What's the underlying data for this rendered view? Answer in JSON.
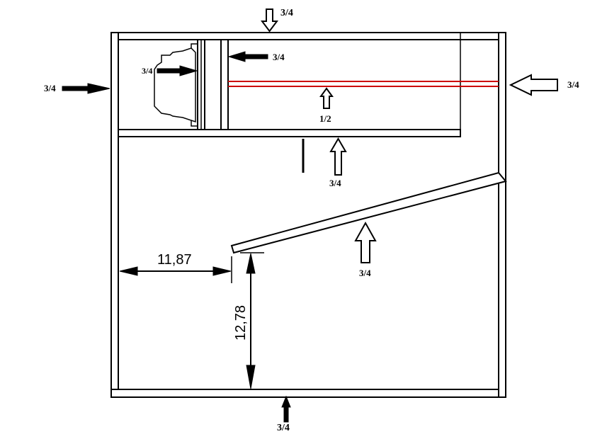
{
  "diagram": {
    "labels": {
      "top_panel": "3/4",
      "left_panel": "3/4",
      "driver_baffle": "3/4",
      "inner_baffle": "3/4",
      "right_panel": "3/4",
      "brace": "1/2",
      "shelf": "3/4",
      "ramp": "3/4",
      "bottom_panel": "3/4",
      "port_width": "11,87",
      "port_height": "12,78"
    },
    "colors": {
      "line": "#000000",
      "brace_red": "#cc0000",
      "background": "#ffffff"
    }
  }
}
